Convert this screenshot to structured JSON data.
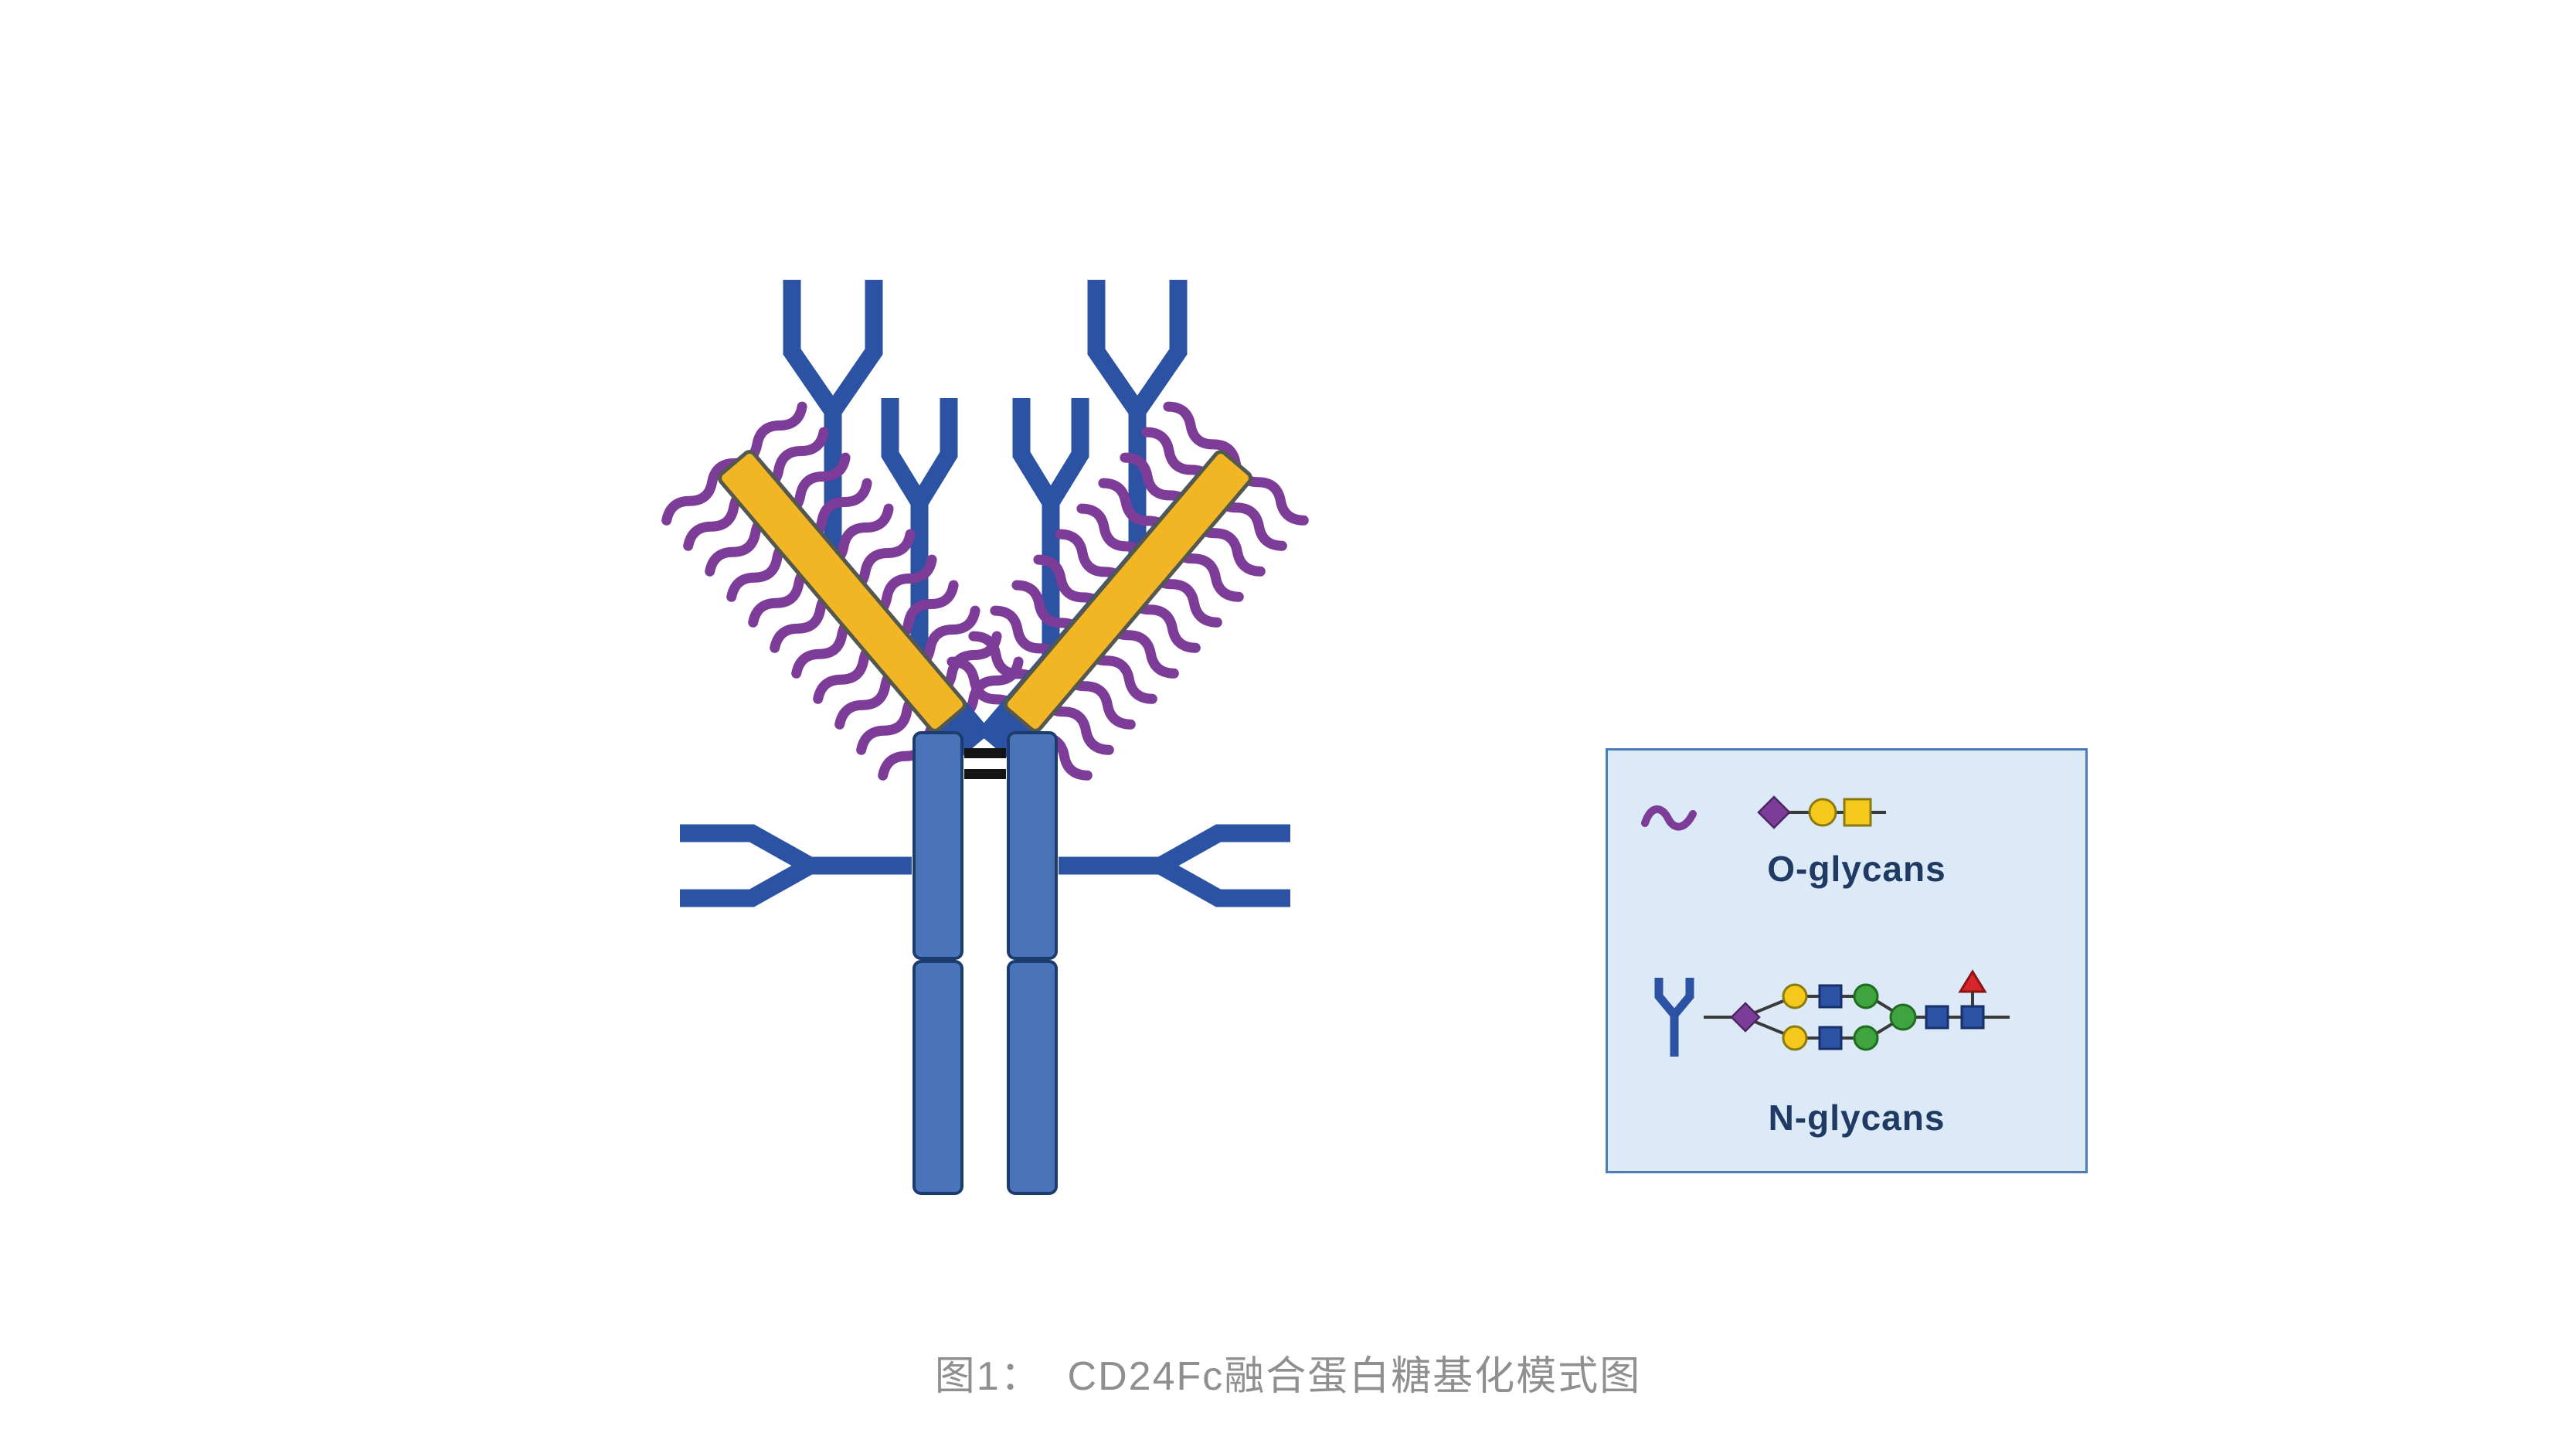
{
  "figure": {
    "caption": "图1：  CD24Fc融合蛋白糖基化模式图"
  },
  "legend": {
    "o_glycans_label": "O-glycans",
    "n_glycans_label": "N-glycans",
    "row1_icons": [
      "purple-squiggle",
      "purple-diamond",
      "yellow-circle",
      "yellow-square"
    ],
    "row2_icons": [
      "blue-forked-y",
      "purple-diamond",
      "yellow-circle",
      "blue-square",
      "green-circle",
      "green-circle-core",
      "blue-square",
      "blue-square",
      "red-triangle"
    ]
  },
  "colors": {
    "antibody_blue": "#2B52A3",
    "stem_fill": "#4A74BA",
    "stem_stroke": "#1D3C6E",
    "cd24_yellow": "#F2B625",
    "arm_outline": "#55584E",
    "o_glycan_purple": "#7C3C97",
    "glycan_yellow": "#F5C81C",
    "glycan_green": "#3FA33F",
    "glycan_blue": "#2B52A3",
    "glycan_red": "#D6252B",
    "legend_bg": "#DCE9F7",
    "legend_border": "#4D7DB5",
    "legend_text": "#1F3A63",
    "caption_color": "#8F8F8F",
    "bond_black": "#141414"
  }
}
